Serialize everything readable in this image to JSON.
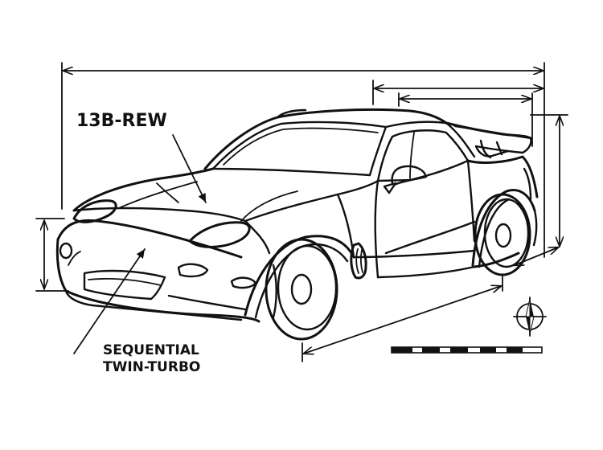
{
  "diagram": {
    "engine_label": "13B-REW",
    "turbo_label_line1": "SEQUENTIAL",
    "turbo_label_line2": "TWIN-TURBO"
  },
  "colors": {
    "ink": "#111111",
    "background": "#ffffff"
  }
}
